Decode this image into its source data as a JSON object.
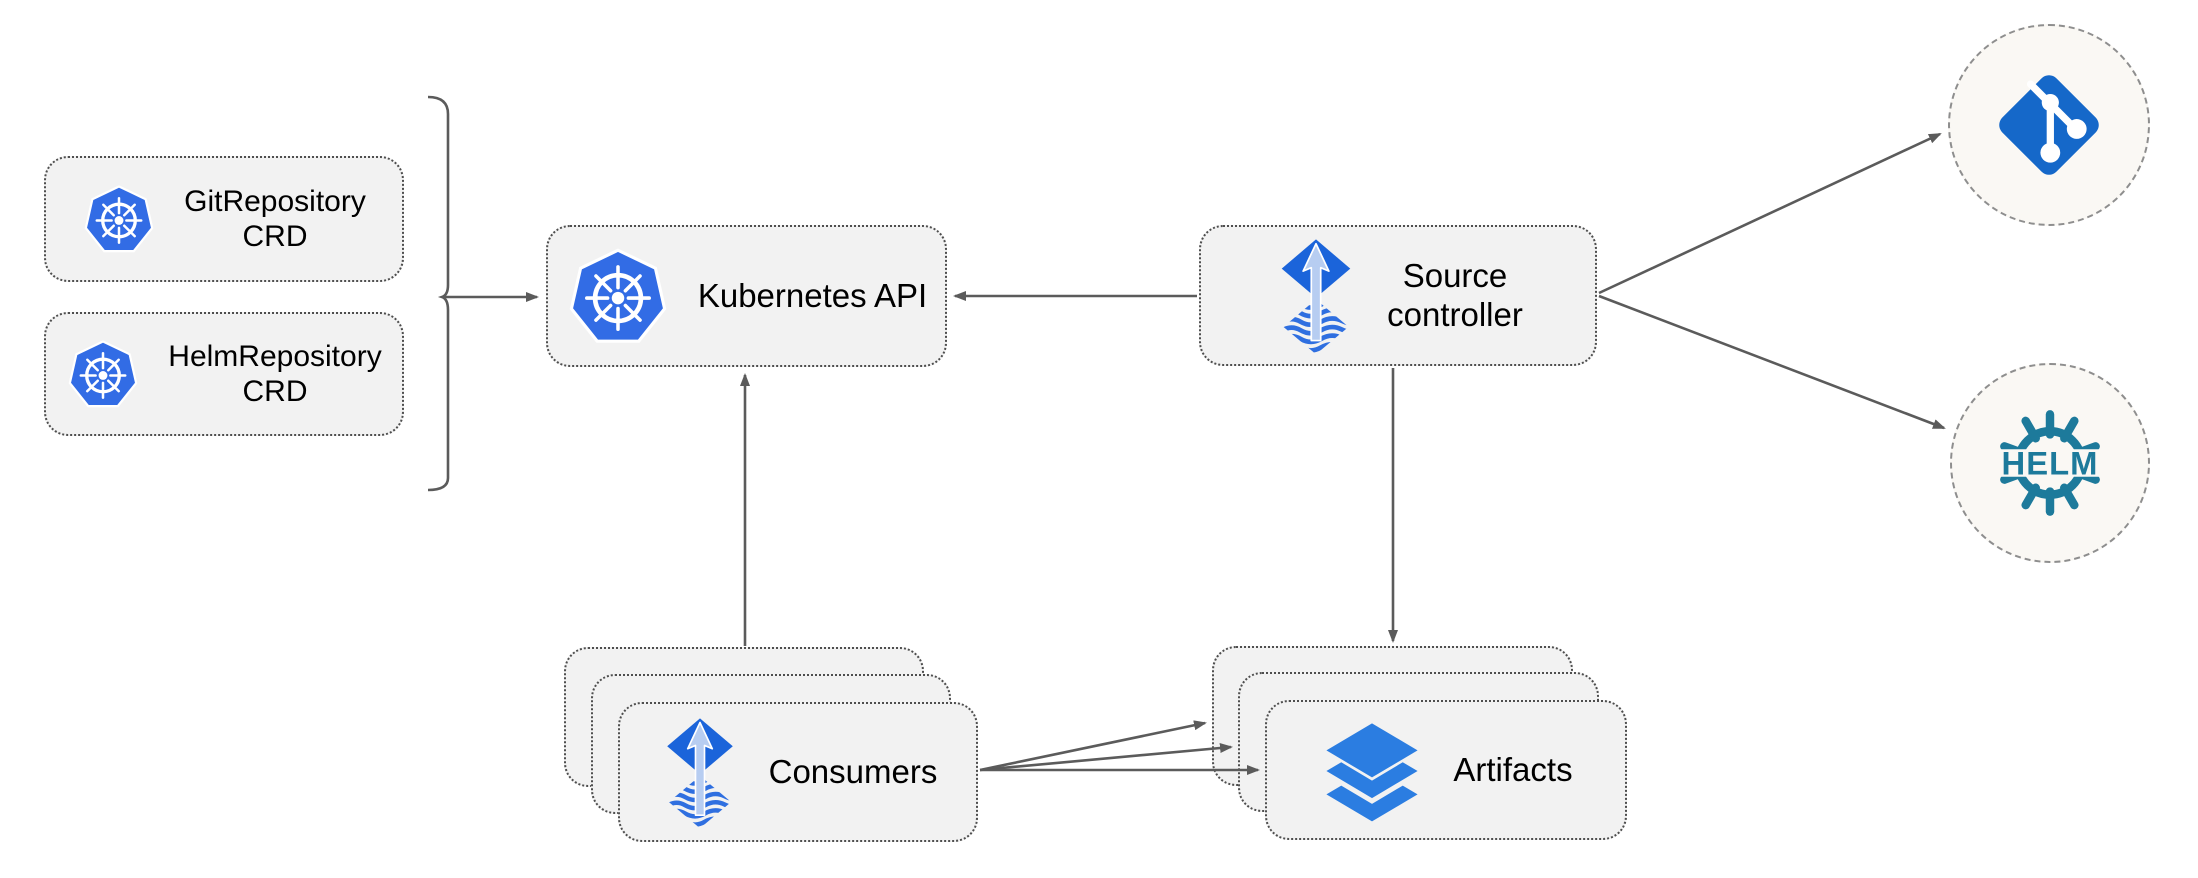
{
  "colors": {
    "box_fill": "#f2f2f2",
    "box_border": "#4e4e4e",
    "circle_fill": "#faf8f4",
    "circle_border": "#8e8e8e",
    "arrow": "#5b5b5b",
    "label_text": "#000000",
    "kubernetes_blue": "#326ce5",
    "flux_diamond_blue": "#1b64da",
    "flux_wave_blue": "#2f6fe0",
    "flux_arrow_light": "#b7cdf1",
    "git_blue": "#1568c9",
    "helm_teal": "#1d7a9b",
    "layers_blue": "#2b7de1"
  },
  "nodes": {
    "git_repository_crd": {
      "line1": "GitRepository",
      "line2": "CRD",
      "icon": "kubernetes-icon"
    },
    "helm_repository_crd": {
      "line1": "HelmRepository",
      "line2": "CRD",
      "icon": "kubernetes-icon"
    },
    "kubernetes_api": {
      "label": "Kubernetes API",
      "icon": "kubernetes-icon"
    },
    "source_controller": {
      "line1": "Source",
      "line2": "controller",
      "icon": "flux-icon"
    },
    "consumers": {
      "label": "Consumers",
      "icon": "flux-icon",
      "stack_count": 3
    },
    "artifacts": {
      "label": "Artifacts",
      "icon": "layers-icon",
      "stack_count": 3
    },
    "git_remote": {
      "icon": "git-icon"
    },
    "helm_remote": {
      "icon": "helm-icon",
      "logo_text": "HELM"
    }
  },
  "edges": [
    {
      "from": "crd-group",
      "to": "kubernetes_api"
    },
    {
      "from": "source_controller",
      "to": "kubernetes_api"
    },
    {
      "from": "consumers",
      "to": "kubernetes_api"
    },
    {
      "from": "source_controller",
      "to": "artifacts"
    },
    {
      "from": "source_controller",
      "to": "git_remote"
    },
    {
      "from": "source_controller",
      "to": "helm_remote"
    },
    {
      "from": "consumers",
      "to": "artifacts"
    }
  ]
}
